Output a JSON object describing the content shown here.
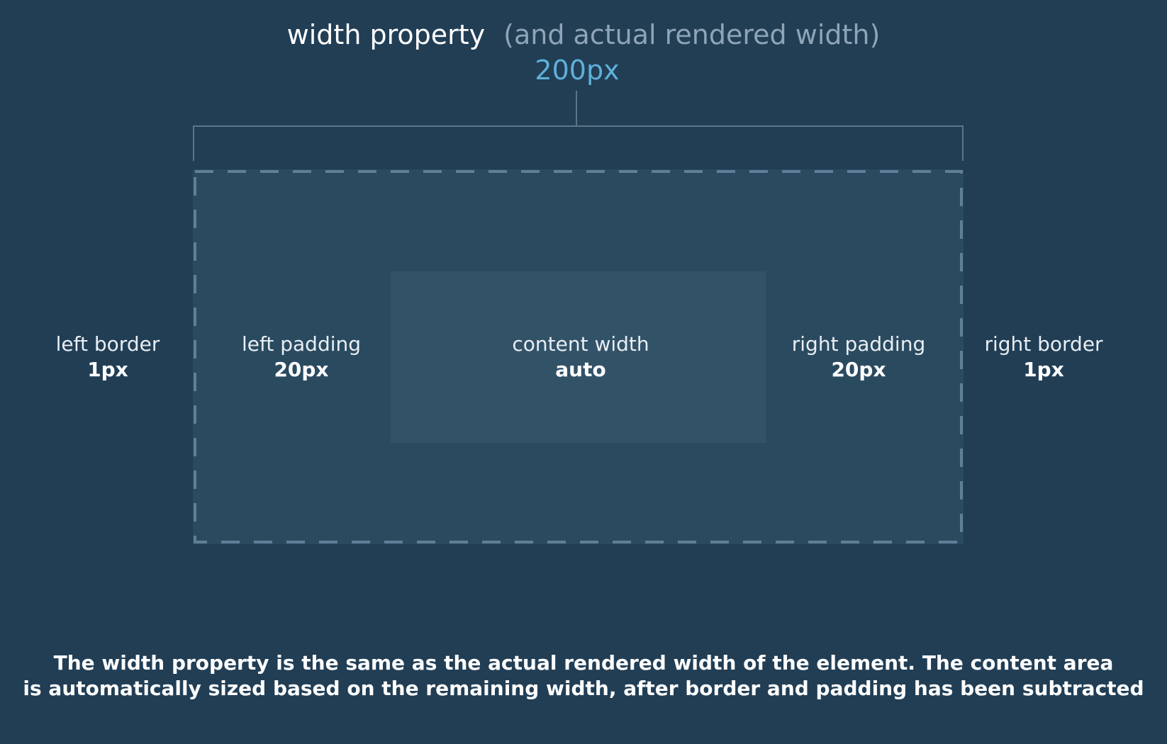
{
  "header": {
    "title": "width property",
    "subtitle": "(and actual rendered width)",
    "width_value": "200px"
  },
  "colors": {
    "background": "#213e55",
    "outer_box": "#2a4a60",
    "content_box": "#325268",
    "dash": "#5f7f98",
    "accent": "#5fb0d9",
    "subtitle": "#8ea4b7"
  },
  "labels": {
    "left_border": {
      "name": "left border",
      "value": "1px"
    },
    "left_padding": {
      "name": "left padding",
      "value": "20px"
    },
    "content_width": {
      "name": "content width",
      "value": "auto"
    },
    "right_padding": {
      "name": "right padding",
      "value": "20px"
    },
    "right_border": {
      "name": "right border",
      "value": "1px"
    }
  },
  "caption": {
    "line1": "The width property is the same as the actual rendered width of the element. The content area",
    "line2": "is automatically sized based on the remaining width, after border and padding has been subtracted"
  }
}
